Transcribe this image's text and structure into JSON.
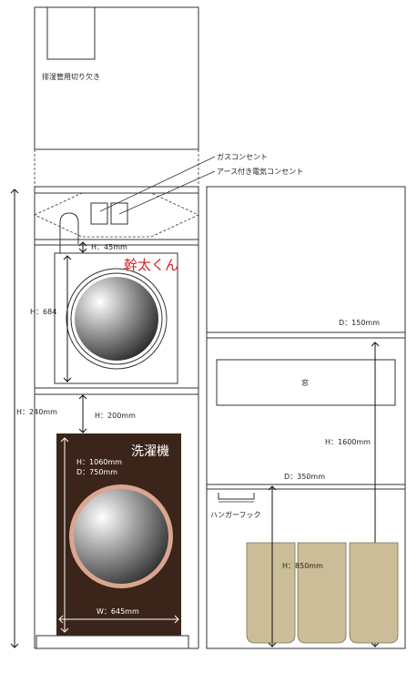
{
  "labels": {
    "exhaust_notch": "排湿管用切り欠き",
    "gas_outlet": "ガスコンセント",
    "ground_outlet": "アース付き電気コンセント",
    "gap_top": "H：45mm",
    "dryer_name": "幹太くん",
    "dryer_height": "H：684",
    "depth_150": "D：150mm",
    "window": "窓",
    "total_height": "H：240mm",
    "gap_mid": "H：200mm",
    "right_height": "H：1600mm",
    "washer_name": "洗濯機",
    "washer_h": "H：1060mm",
    "washer_d": "D：750mm",
    "depth_350": "D：350mm",
    "hanger_hook": "ハンガーフック",
    "basket_height": "H：850mm",
    "washer_w": "W：645mm"
  },
  "colors": {
    "line": "#333333",
    "accent_red": "#d42020",
    "washer_body": "#3b2419",
    "washer_ring": "#dba590",
    "basket": "#cbbd97"
  }
}
